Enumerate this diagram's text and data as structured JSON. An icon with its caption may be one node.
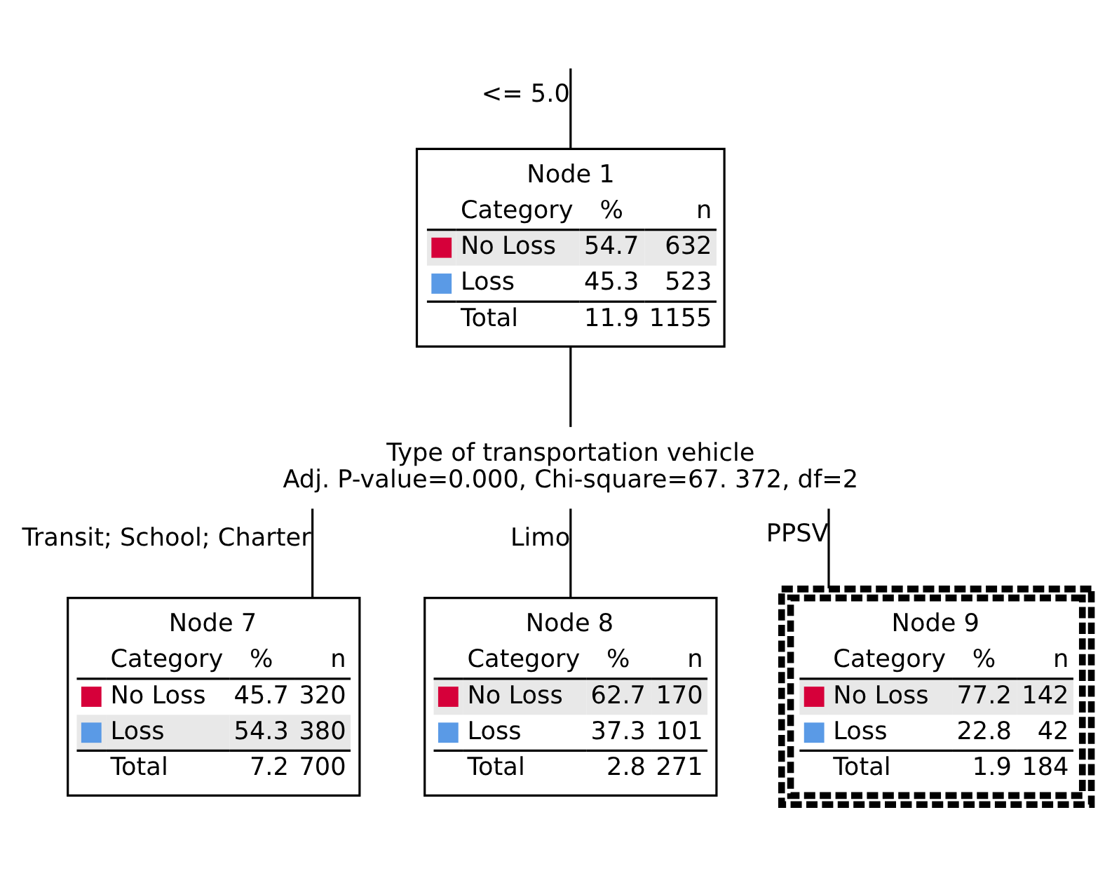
{
  "diagram": {
    "nodes": [
      {
        "text": [
          "Node 1",
          "Category",
          "%",
          "n",
          "No Loss",
          "54.7",
          "632",
          "Loss",
          "45.3",
          "523",
          "Total",
          "11.9",
          "1155"
        ]
      },
      {
        "text": [
          "Type of transportation vehicle",
          "Adj. P-value=0.000, Chi-square=67. 372, df=2"
        ]
      },
      {
        "text": [
          "Node 7",
          "Category",
          "%",
          "n",
          "No Loss",
          "45.7",
          "320",
          "Loss",
          "54.3",
          "380",
          "Total",
          "7.2",
          "700"
        ]
      },
      {
        "text": [
          "Node 8",
          "Category",
          "%",
          "n",
          "No Loss",
          "62.7",
          "170",
          "Loss",
          "37.3",
          "101",
          "Total",
          "2.8",
          "271"
        ]
      },
      {
        "text": [
          "Node 9",
          "Category",
          "%",
          "n",
          "No Loss",
          "77.2",
          "142",
          "Loss",
          "22.8",
          "42",
          "Total",
          "1.9",
          "184"
        ]
      }
    ],
    "edges": [
      {
        "from": null,
        "to": 0,
        "arrow": "none",
        "label": "<= 5.0"
      },
      {
        "from": 0,
        "to": 1,
        "arrow": "none"
      },
      {
        "from": 1,
        "to": 2,
        "arrow": "none",
        "label": "Transit; School; Charter"
      },
      {
        "from": 1,
        "to": 3,
        "arrow": "none",
        "label": "Limo"
      },
      {
        "from": 1,
        "to": 4,
        "arrow": "none",
        "label": "PPSV"
      }
    ]
  }
}
